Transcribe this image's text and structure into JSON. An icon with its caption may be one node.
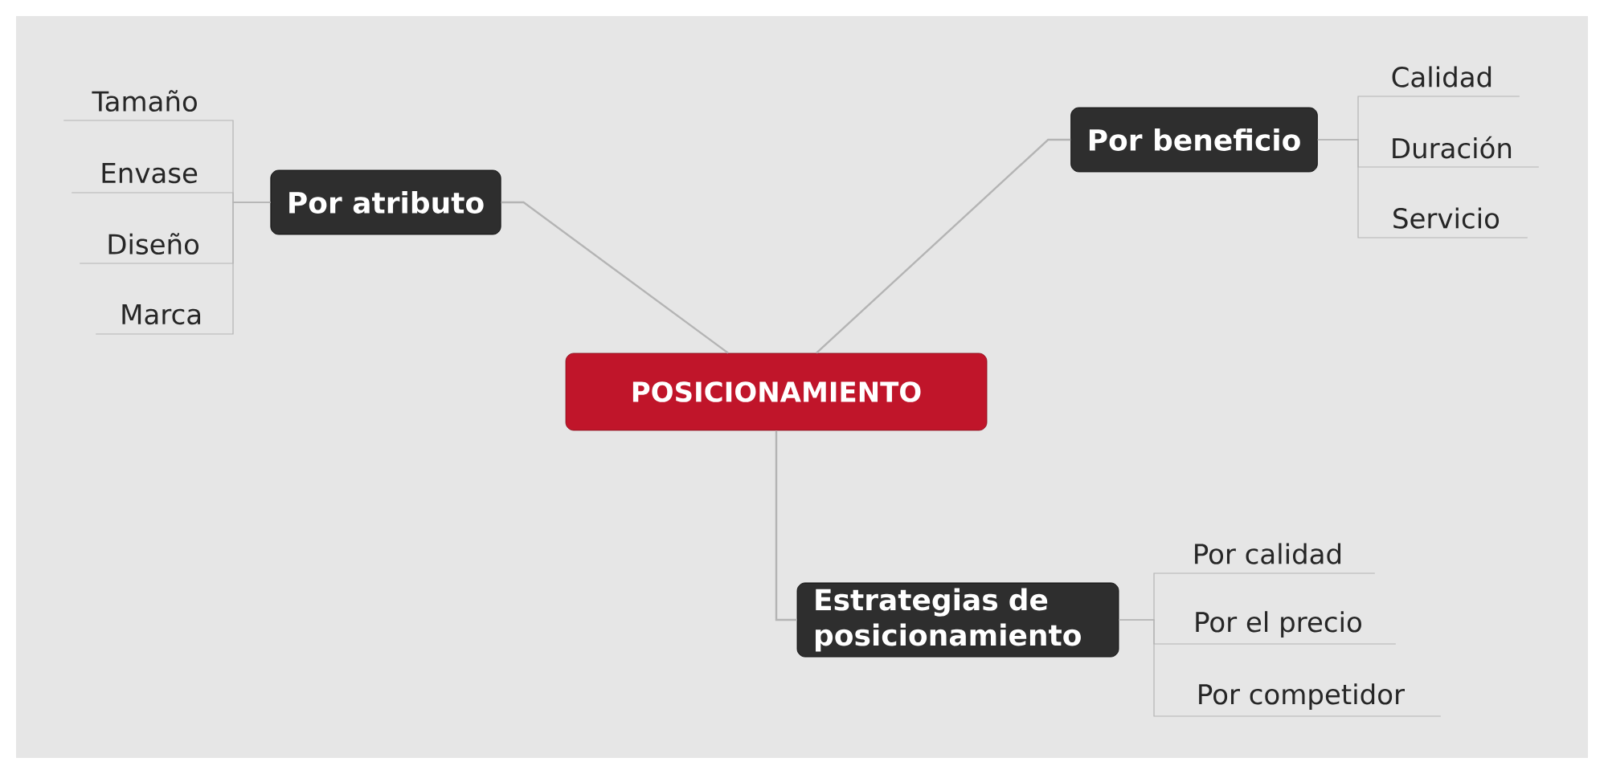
{
  "diagram": {
    "nodes": [
      {
        "text": [
          "POSICIONAMIENTO"
        ]
      },
      {
        "text": [
          "Por atributo"
        ]
      },
      {
        "text": [
          "Tamaño"
        ]
      },
      {
        "text": [
          "Envase"
        ]
      },
      {
        "text": [
          "Diseño"
        ]
      },
      {
        "text": [
          "Marca"
        ]
      },
      {
        "text": [
          "Por beneficio"
        ]
      },
      {
        "text": [
          "Calidad"
        ]
      },
      {
        "text": [
          "Duración"
        ]
      },
      {
        "text": [
          "Servicio"
        ]
      },
      {
        "text": [
          "Estrategias de posicionamiento"
        ]
      },
      {
        "text": [
          "Por calidad"
        ]
      },
      {
        "text": [
          "Por el precio"
        ]
      },
      {
        "text": [
          "Por competidor"
        ]
      }
    ],
    "edges": [
      {
        "from": 0,
        "to": 1,
        "arrow": "none"
      },
      {
        "from": 0,
        "to": 6,
        "arrow": "none"
      },
      {
        "from": 0,
        "to": 10,
        "arrow": "none"
      },
      {
        "from": 1,
        "to": 2,
        "arrow": "none"
      },
      {
        "from": 1,
        "to": 3,
        "arrow": "none"
      },
      {
        "from": 1,
        "to": 4,
        "arrow": "none"
      },
      {
        "from": 1,
        "to": 5,
        "arrow": "none"
      },
      {
        "from": 6,
        "to": 7,
        "arrow": "none"
      },
      {
        "from": 6,
        "to": 8,
        "arrow": "none"
      },
      {
        "from": 6,
        "to": 9,
        "arrow": "none"
      },
      {
        "from": 10,
        "to": 11,
        "arrow": "none"
      },
      {
        "from": 10,
        "to": 12,
        "arrow": "none"
      },
      {
        "from": 10,
        "to": 13,
        "arrow": "none"
      }
    ]
  }
}
